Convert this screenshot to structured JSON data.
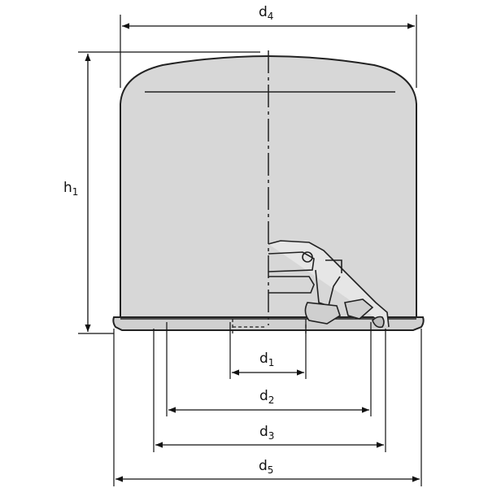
{
  "colors": {
    "body_fill": "#d7d7d7",
    "body_shadow": "#c8c8c8",
    "outline": "#222222",
    "dim_line": "#111111",
    "background": "#ffffff"
  },
  "labels": {
    "d4": {
      "main": "d",
      "sub": "4"
    },
    "h1": {
      "main": "h",
      "sub": "1"
    },
    "d1": {
      "main": "d",
      "sub": "1"
    },
    "d2": {
      "main": "d",
      "sub": "2"
    },
    "d3": {
      "main": "d",
      "sub": "3"
    },
    "d5": {
      "main": "d",
      "sub": "5"
    }
  }
}
